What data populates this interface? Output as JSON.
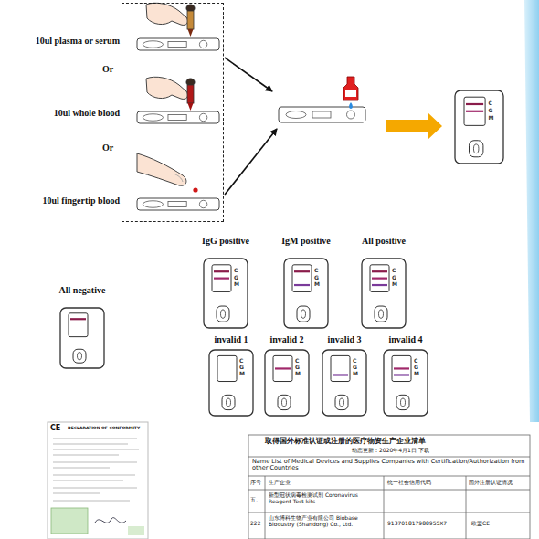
{
  "diagram": {
    "nodes": [
      {
        "text": [
          "Or",
          "Or"
        ]
      },
      {
        "text": [
          "10ul plasma or serum"
        ],
        "in": 0
      },
      {
        "text": [
          "10ul whole blood"
        ],
        "in": 0
      },
      {
        "text": [
          "10ul fingertip blood"
        ],
        "in": 0
      },
      {
        "text": [
          "C",
          "G",
          "M"
        ]
      },
      {
        "text": [
          "IgG positive",
          "C",
          "G",
          "M"
        ]
      },
      {
        "text": [
          "IgM positive",
          "C",
          "G",
          "M"
        ]
      },
      {
        "text": [
          "All positive",
          "C",
          "G",
          "M"
        ]
      },
      {
        "text": [
          "All negative"
        ]
      },
      {
        "text": [
          "invalid 1",
          "C",
          "G",
          "M"
        ]
      },
      {
        "text": [
          "invalid 2",
          "C",
          "G",
          "M"
        ]
      },
      {
        "text": [
          "invalid 3",
          "C",
          "G",
          "M"
        ]
      },
      {
        "text": [
          "invalid 4",
          "C",
          "G",
          "M"
        ]
      }
    ],
    "labels": [
      "CE",
      "DECLARATION OF CONFORMITY",
      "取得国外标准认证或注册的医疗物资生产企业清单",
      "动态更新：2020年4月1日 下载",
      "Name List of Medical Devices and Supplies Companies with Certification/Authorization from other Countries",
      "序号",
      "生产企业",
      "统一社会信用代码",
      "国外注册认证情况",
      "五、",
      "新型冠状病毒检测试剂 Coronavirus Reagent Test kits",
      "222",
      "山东博科生物产业有限公司 Biobase Biodustry (Shandong) Co., Ltd.",
      "913701817988955X7",
      "欧盟CE"
    ]
  }
}
